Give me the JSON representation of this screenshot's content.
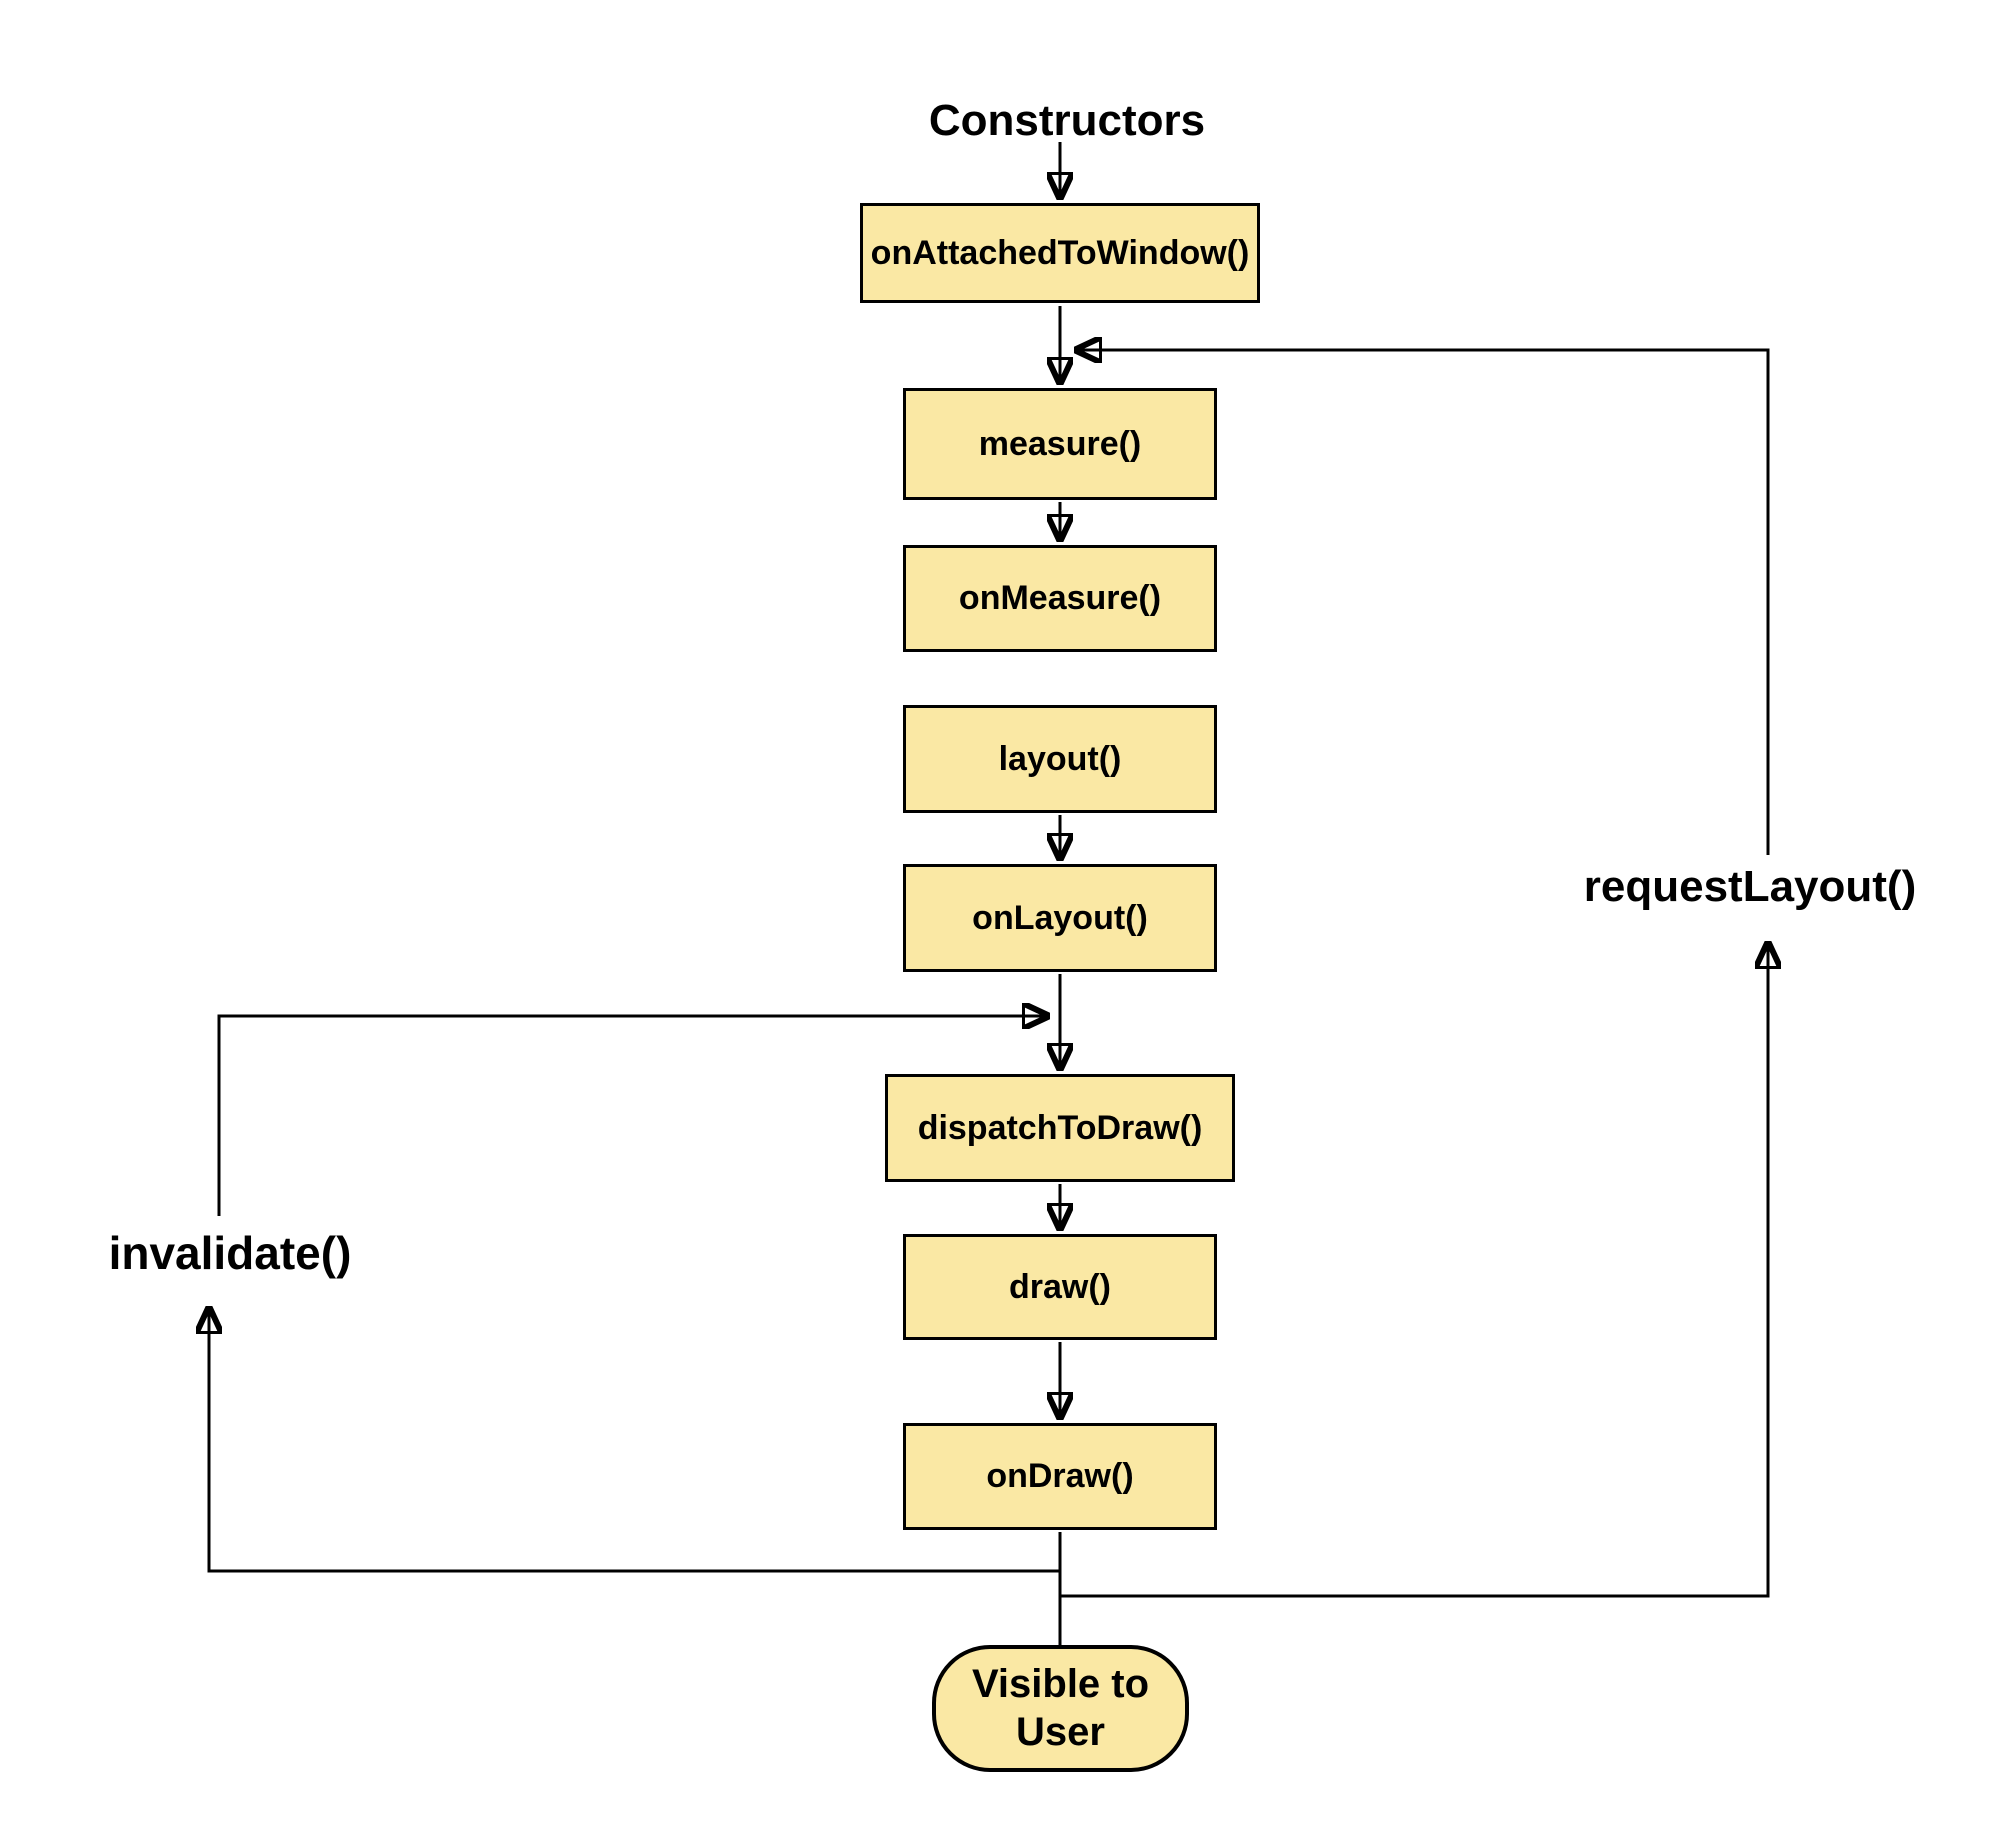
{
  "diagram": {
    "background": "#ffffff",
    "colors": {
      "node_fill": "#fae8a4",
      "node_border": "#000000",
      "line": "#000000",
      "text": "#000000"
    },
    "start_label": "Constructors",
    "nodes": [
      {
        "id": "onAttachedToWindow",
        "label": "onAttachedToWindow()",
        "shape": "rectangle"
      },
      {
        "id": "measure",
        "label": "measure()",
        "shape": "rectangle"
      },
      {
        "id": "onMeasure",
        "label": "onMeasure()",
        "shape": "rectangle"
      },
      {
        "id": "layout",
        "label": "layout()",
        "shape": "rectangle"
      },
      {
        "id": "onLayout",
        "label": "onLayout()",
        "shape": "rectangle"
      },
      {
        "id": "dispatchToDraw",
        "label": "dispatchToDraw()",
        "shape": "rectangle"
      },
      {
        "id": "draw",
        "label": "draw()",
        "shape": "rectangle"
      },
      {
        "id": "onDraw",
        "label": "onDraw()",
        "shape": "rectangle"
      },
      {
        "id": "visibleToUser",
        "label": "Visible to User",
        "shape": "rounded"
      }
    ],
    "loop_labels": {
      "invalidate": "invalidate()",
      "requestLayout": "requestLayout()"
    },
    "edges": [
      {
        "from": "Constructors",
        "to": "onAttachedToWindow()"
      },
      {
        "from": "onAttachedToWindow()",
        "to": "measure()"
      },
      {
        "from": "measure()",
        "to": "onMeasure()"
      },
      {
        "from": "layout()",
        "to": "onLayout()"
      },
      {
        "from": "onLayout()",
        "to": "dispatchToDraw()"
      },
      {
        "from": "dispatchToDraw()",
        "to": "draw()"
      },
      {
        "from": "draw()",
        "to": "onDraw()"
      },
      {
        "from": "onDraw()",
        "to": "Visible to User"
      },
      {
        "from": "onDraw()",
        "to": "dispatchToDraw()",
        "via": "invalidate()"
      },
      {
        "from": "onDraw()",
        "to": "measure()",
        "via": "requestLayout()"
      }
    ]
  }
}
